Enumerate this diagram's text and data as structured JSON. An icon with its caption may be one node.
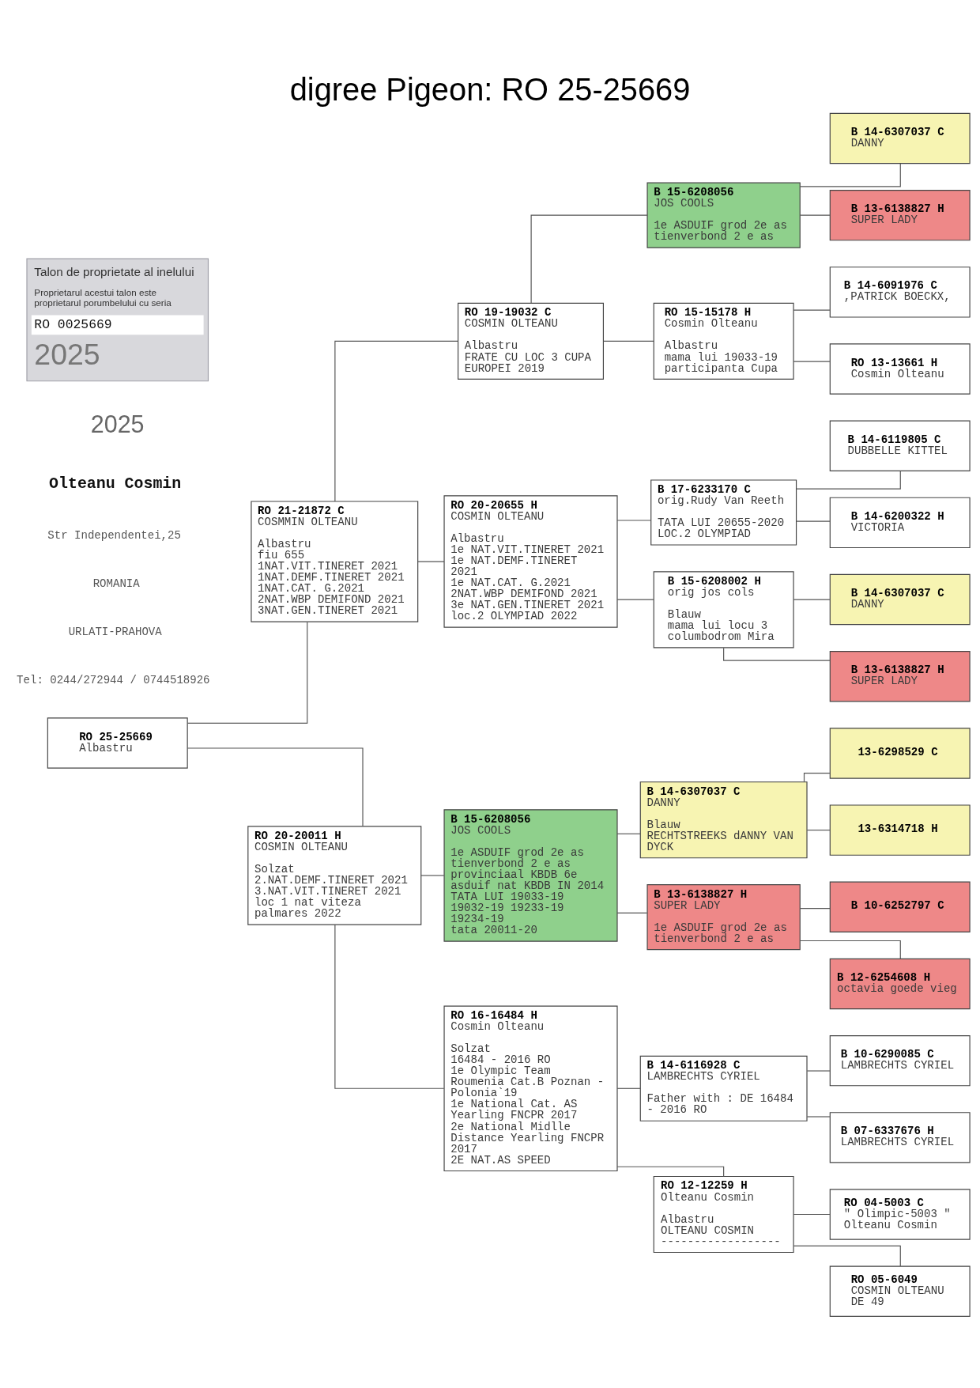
{
  "diagram": {
    "title": "digree Pigeon: RO 25-25669",
    "nodes": [
      {
        "text": [
          "RO 25-25669",
          "Albastru"
        ]
      },
      {
        "text": [
          "RO 21-21872 C",
          "COSMMIN OLTEANU",
          "Albastru",
          "fiu 655",
          "1NAT.VIT.TINERET 2021",
          "1NAT.DEMF.TINERET 2021",
          "1NAT.CAT. G.2021",
          "2NAT.WBP DEMIFOND 2021",
          "3NAT.GEN.TINERET 2021"
        ]
      },
      {
        "text": [
          "RO 20-20011 H",
          "COSMIN OLTEANU",
          "Solzat",
          "2.NAT.DEMF.TINERET 2021",
          "3.NAT.VIT.TINERET 2021",
          "loc 1 nat viteza palmares 2022"
        ]
      },
      {
        "text": [
          "RO 19-19032 C",
          "COSMIN OLTEANU",
          "Albastru",
          "FRATE CU LOC 3 CUPA EUROPEI 2019"
        ]
      },
      {
        "text": [
          "RO 20-20655 H",
          "COSMIN OLTEANU",
          "Albastru",
          "1e NAT.VIT.TINERET 2021",
          "1e NAT.DEMF.TINERET 2021",
          "1e NAT.CAT. G.2021",
          "2NAT.WBP DEMIFOND 2021",
          "3e NAT.GEN.TINERET 2021",
          "loc.2 OLYMPIAD 2022"
        ]
      },
      {
        "text": [
          "B 15-6208056",
          "JOS COOLS",
          "1e ASDUIF grod 2e as tienverbond 2 e as provinciaal KBDB 6e asduif nat KBDB IN 2014",
          "TATA LUI 19033-19 19032-19 19233-19 19234-19",
          "tata 20011-20"
        ]
      },
      {
        "text": [
          "RO 16-16484 H",
          "Cosmin Olteanu",
          "Solzat",
          "16484 - 2016 RO",
          "1e Olympic Team Roumenia Cat.B Poznan - Polonia`19",
          "1e National Cat. AS Yearling FNCPR 2017",
          "2e National Midlle Distance Yearling FNCPR 2017",
          "2E NAT.AS SPEED"
        ]
      },
      {
        "text": [
          "B 15-6208056",
          "JOS COOLS",
          "1e ASDUIF grod 2e as tienverbond 2 e as"
        ]
      },
      {
        "text": [
          "RO 15-15178 H",
          "Cosmin Olteanu",
          "Albastru",
          "mama lui 19033-19 participanta Cupa"
        ]
      },
      {
        "text": [
          "B 17-6233170 C",
          "orig.Rudy Van Reeth",
          "TATA LUI 20655-2020 LOC.2 OLYMPIAD"
        ]
      },
      {
        "text": [
          "B 15-6208002 H",
          "orig jos cols",
          "Blauw",
          "mama lui locu 3 columbodrom Mira"
        ]
      },
      {
        "text": [
          "B 14-6307037 C",
          "DANNY",
          "Blauw",
          "RECHTSTREEKS dANNY VAN DYCK"
        ]
      },
      {
        "text": [
          "B 13-6138827 H",
          "SUPER LADY",
          "1e ASDUIF grod 2e as tienverbond 2 e as"
        ]
      },
      {
        "text": [
          "B 14-6116928 C",
          "LAMBRECHTS CYRIEL",
          "Father with : DE 16484 - 2016 RO"
        ]
      },
      {
        "text": [
          "RO 12-12259 H",
          "Olteanu Cosmin",
          "Albastru",
          "OLTEANU COSMIN",
          "------------------"
        ]
      },
      {
        "text": [
          "B 14-6307037 C",
          "DANNY"
        ]
      },
      {
        "text": [
          "B 13-6138827 H",
          "SUPER LADY"
        ]
      },
      {
        "text": [
          "B 14-6091976 C",
          ",PATRICK BOECKX,"
        ]
      },
      {
        "text": [
          "RO 13-13661 H",
          "Cosmin Olteanu"
        ]
      },
      {
        "text": [
          "B 14-6119805 C",
          "DUBBELLE KITTEL"
        ]
      },
      {
        "text": [
          "B 14-6200322 H",
          "VICTORIA"
        ]
      },
      {
        "text": [
          "B 14-6307037 C",
          "DANNY"
        ]
      },
      {
        "text": [
          "B 13-6138827 H",
          "SUPER LADY"
        ]
      },
      {
        "text": [
          "13-6298529 C"
        ]
      },
      {
        "text": [
          "13-6314718 H"
        ]
      },
      {
        "text": [
          "B 10-6252797 C"
        ]
      },
      {
        "text": [
          "B 12-6254608 H",
          "octavia goede vieg"
        ]
      },
      {
        "text": [
          "B 10-6290085 C",
          "LAMBRECHTS CYRIEL"
        ]
      },
      {
        "text": [
          "B 07-6337676 H",
          "LAMBRECHTS CYRIEL"
        ]
      },
      {
        "text": [
          "RO 04-5003 C",
          "\" Olimpic-5003 \"",
          "Olteanu Cosmin"
        ]
      },
      {
        "text": [
          "RO 05-6049",
          "COSMIN OLTEANU",
          "DE 49"
        ]
      },
      {
        "text": [
          "Talon de proprietate al inelului",
          "Proprietarul acestui talon este proprietarul porumbelului cu seria",
          "RO 0025669",
          "2025"
        ]
      }
    ],
    "edges": [
      {
        "from": 0,
        "to": 1,
        "arrow": "none"
      },
      {
        "from": 0,
        "to": 2,
        "arrow": "none"
      },
      {
        "from": 1,
        "to": 3,
        "arrow": "none"
      },
      {
        "from": 1,
        "to": 4,
        "arrow": "none"
      },
      {
        "from": 2,
        "to": 5,
        "arrow": "none"
      },
      {
        "from": 2,
        "to": 6,
        "arrow": "none"
      },
      {
        "from": 3,
        "to": 7,
        "arrow": "none"
      },
      {
        "from": 3,
        "to": 8,
        "arrow": "none"
      },
      {
        "from": 4,
        "to": 9,
        "arrow": "none"
      },
      {
        "from": 4,
        "to": 10,
        "arrow": "none"
      },
      {
        "from": 5,
        "to": 11,
        "arrow": "none"
      },
      {
        "from": 5,
        "to": 12,
        "arrow": "none"
      },
      {
        "from": 6,
        "to": 13,
        "arrow": "none"
      },
      {
        "from": 6,
        "to": 14,
        "arrow": "none"
      },
      {
        "from": 7,
        "to": 15,
        "arrow": "none"
      },
      {
        "from": 7,
        "to": 16,
        "arrow": "none"
      },
      {
        "from": 8,
        "to": 17,
        "arrow": "none"
      },
      {
        "from": 8,
        "to": 18,
        "arrow": "none"
      },
      {
        "from": 9,
        "to": 19,
        "arrow": "none"
      },
      {
        "from": 9,
        "to": 20,
        "arrow": "none"
      },
      {
        "from": 10,
        "to": 21,
        "arrow": "none"
      },
      {
        "from": 10,
        "to": 22,
        "arrow": "none"
      },
      {
        "from": 11,
        "to": 23,
        "arrow": "none"
      },
      {
        "from": 11,
        "to": 24,
        "arrow": "none"
      },
      {
        "from": 12,
        "to": 25,
        "arrow": "none"
      },
      {
        "from": 12,
        "to": 26,
        "arrow": "none"
      },
      {
        "from": 13,
        "to": 27,
        "arrow": "none"
      },
      {
        "from": 13,
        "to": 28,
        "arrow": "none"
      },
      {
        "from": 14,
        "to": 29,
        "arrow": "none"
      },
      {
        "from": 14,
        "to": 30,
        "arrow": "none"
      }
    ],
    "labels": [
      "2025",
      "Olteanu Cosmin",
      "Str Independentei,25",
      "ROMANIA",
      "URLATI-PRAHOVA",
      "Tel: 0244/272944 / 0744518926"
    ]
  }
}
